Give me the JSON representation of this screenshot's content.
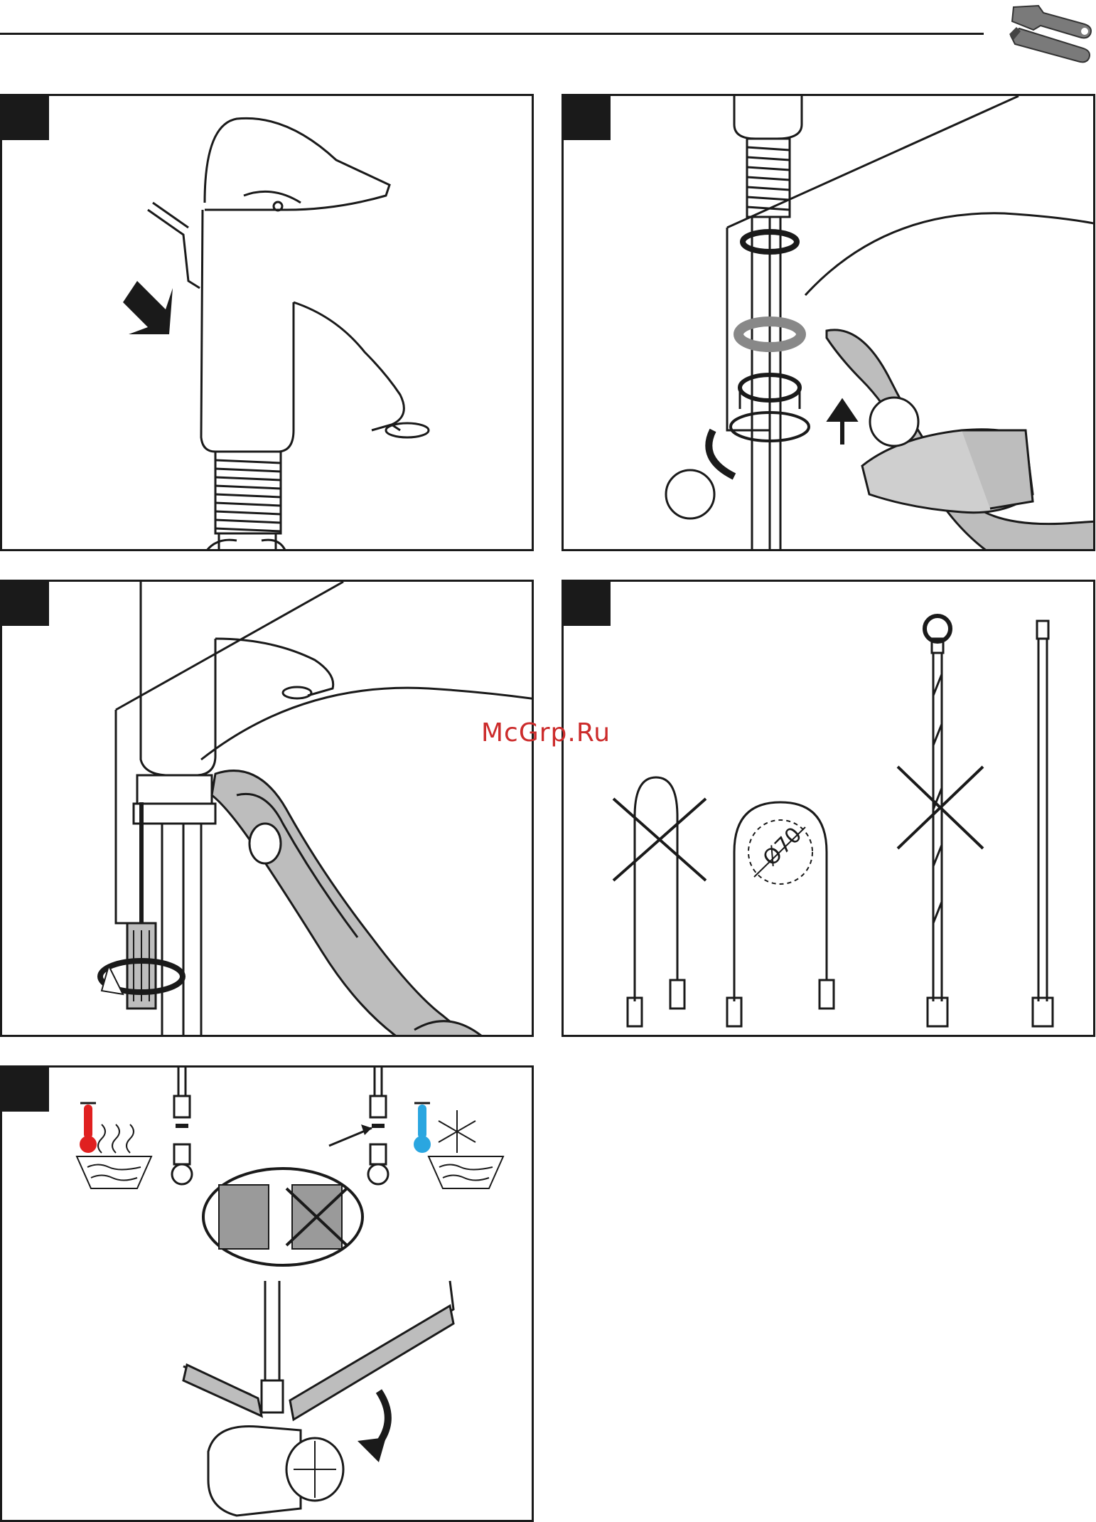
{
  "header": {
    "icon": "tools-icon"
  },
  "panels": [
    {
      "id": "remove-handle",
      "step_tab": ""
    },
    {
      "id": "remove-fixing",
      "step_tab": ""
    },
    {
      "id": "loosen-screw",
      "step_tab": ""
    },
    {
      "id": "hose-bending",
      "step_tab": "",
      "diameter_label": "Ø70"
    },
    {
      "id": "connect-supply",
      "step_tab": ""
    }
  ],
  "watermark": "McGrp.Ru",
  "colors": {
    "line": "#1a1a1a",
    "grey_fill": "#bdbdbd",
    "hot": "#e02020",
    "cold": "#2aa6e0",
    "watermark": "#cc2b2b"
  }
}
